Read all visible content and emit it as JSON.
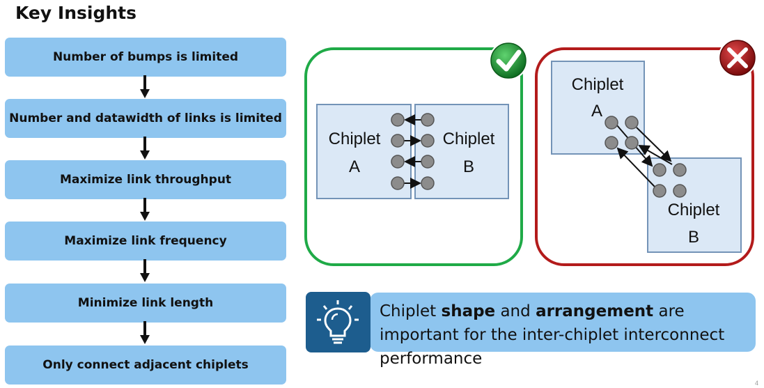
{
  "title": "Key Insights",
  "steps": [
    "Number of bumps is limited",
    "Number and datawidth of links is limited",
    "Maximize link throughput",
    "Maximize link frequency",
    "Minimize link length",
    "Only connect adjacent chiplets"
  ],
  "good_panel": {
    "badge_icon": "check-mark-icon",
    "chiplet_a": {
      "line1": "Chiplet",
      "line2": "A"
    },
    "chiplet_b": {
      "line1": "Chiplet",
      "line2": "B"
    }
  },
  "bad_panel": {
    "badge_icon": "cross-mark-icon",
    "chiplet_a": {
      "line1": "Chiplet",
      "line2": "A"
    },
    "chiplet_b": {
      "line1": "Chiplet",
      "line2": "B"
    }
  },
  "insight": {
    "icon": "lightbulb-icon",
    "part1": "Chiplet ",
    "bold1": "shape",
    "part2": " and ",
    "bold2": "arrangement",
    "part3": " are important for the inter-chiplet interconnect performance"
  },
  "page_number": "4",
  "colors": {
    "step_fill": "#8ec5ef",
    "good": "#1faa47",
    "bad": "#b31b1b",
    "chiplet_fill": "#dbe8f6",
    "bulb_bg": "#1d5d8e"
  }
}
